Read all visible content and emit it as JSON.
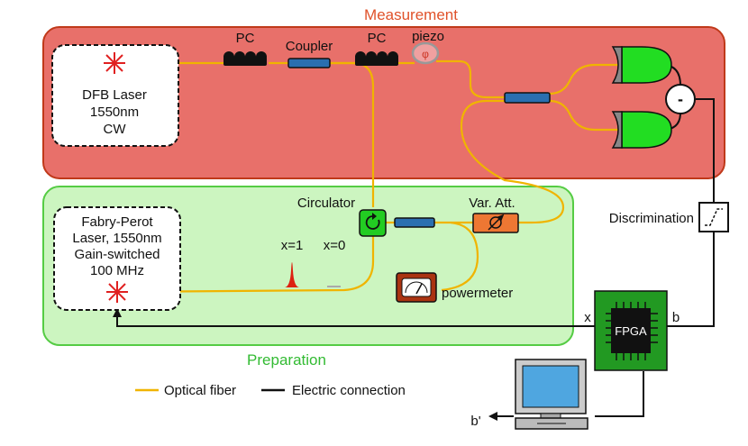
{
  "regions": {
    "measurement": {
      "label": "Measurement",
      "color": "#e8706a",
      "label_color": "#e0522a"
    },
    "preparation": {
      "label": "Preparation",
      "color": "#ccf5c0",
      "label_color": "#33bb33"
    }
  },
  "components": {
    "dfb_laser": {
      "line1": "DFB Laser",
      "line2": "1550nm",
      "line3": "CW"
    },
    "fp_laser": {
      "line1": "Fabry-Perot",
      "line2": "Laser, 1550nm",
      "line3": "Gain-switched",
      "line4": "100 MHz"
    },
    "pc1": "PC",
    "pc2": "PC",
    "coupler": "Coupler",
    "piezo": "piezo",
    "phase_symbol": "φ",
    "circulator": "Circulator",
    "var_att": "Var. Att.",
    "powermeter": "powermeter",
    "discrimination": "Discrimination",
    "fpga": "FPGA",
    "x_label": "x",
    "b_label": "b",
    "b_prime_label": "b'",
    "minus": "-",
    "pulse_x1": "x=1",
    "pulse_x0": "x=0"
  },
  "legend": {
    "optical": "Optical fiber",
    "electric": "Electric connection"
  },
  "colors": {
    "fiber": "#f0b400",
    "electric": "#111111",
    "detector": "#22dd22",
    "circulator": "#22cc22",
    "coupler": "#2a6fb0",
    "attenuator": "#ee7733",
    "powermeter_box": "#aa3311",
    "fpga_board": "#229922",
    "monitor_screen": "#4fa6e0",
    "pulse": "#dd2211"
  }
}
